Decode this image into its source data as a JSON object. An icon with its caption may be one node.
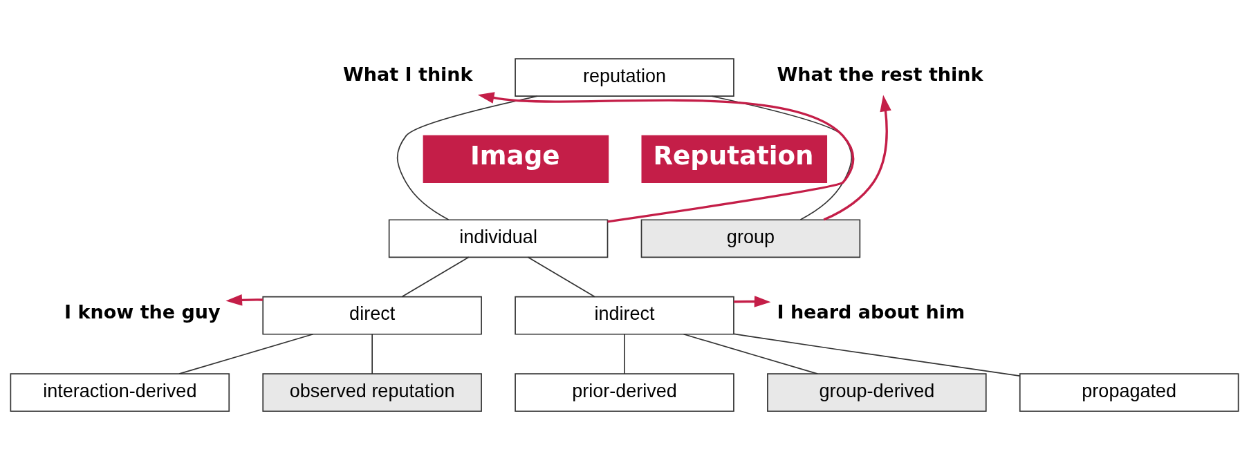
{
  "diagram": {
    "nodes": [
      {
        "text": [
          "reputation"
        ]
      },
      {
        "text": [
          "individual"
        ]
      },
      {
        "text": [
          "group"
        ]
      },
      {
        "text": [
          "direct"
        ]
      },
      {
        "text": [
          "indirect"
        ]
      },
      {
        "text": [
          "interaction-derived"
        ]
      },
      {
        "text": [
          "observed reputation"
        ]
      },
      {
        "text": [
          "prior-derived"
        ]
      },
      {
        "text": [
          "group-derived"
        ]
      },
      {
        "text": [
          "propagated"
        ]
      },
      {
        "text": [
          "What I think"
        ]
      },
      {
        "text": [
          "What the rest think"
        ]
      },
      {
        "text": [
          "I know the guy"
        ]
      },
      {
        "text": [
          "I heard about him"
        ]
      },
      {
        "text": [
          "Image"
        ]
      },
      {
        "text": [
          "Reputation"
        ]
      }
    ],
    "edges": [
      {
        "from": 0,
        "to": 1,
        "arrow": "none"
      },
      {
        "from": 0,
        "to": 2,
        "arrow": "none"
      },
      {
        "from": 1,
        "to": 3,
        "arrow": "none"
      },
      {
        "from": 1,
        "to": 4,
        "arrow": "none"
      },
      {
        "from": 3,
        "to": 5,
        "arrow": "none"
      },
      {
        "from": 3,
        "to": 6,
        "arrow": "none"
      },
      {
        "from": 4,
        "to": 7,
        "arrow": "none"
      },
      {
        "from": 4,
        "to": 8,
        "arrow": "none"
      },
      {
        "from": 4,
        "to": 9,
        "arrow": "none"
      },
      {
        "from": 1,
        "to": 10,
        "arrow": "to",
        "color": "#c41e48"
      },
      {
        "from": 2,
        "to": 11,
        "arrow": "to",
        "color": "#c41e48"
      },
      {
        "from": 3,
        "to": 12,
        "arrow": "to",
        "color": "#c41e48"
      },
      {
        "from": 4,
        "to": 13,
        "arrow": "to",
        "color": "#c41e48"
      }
    ]
  }
}
